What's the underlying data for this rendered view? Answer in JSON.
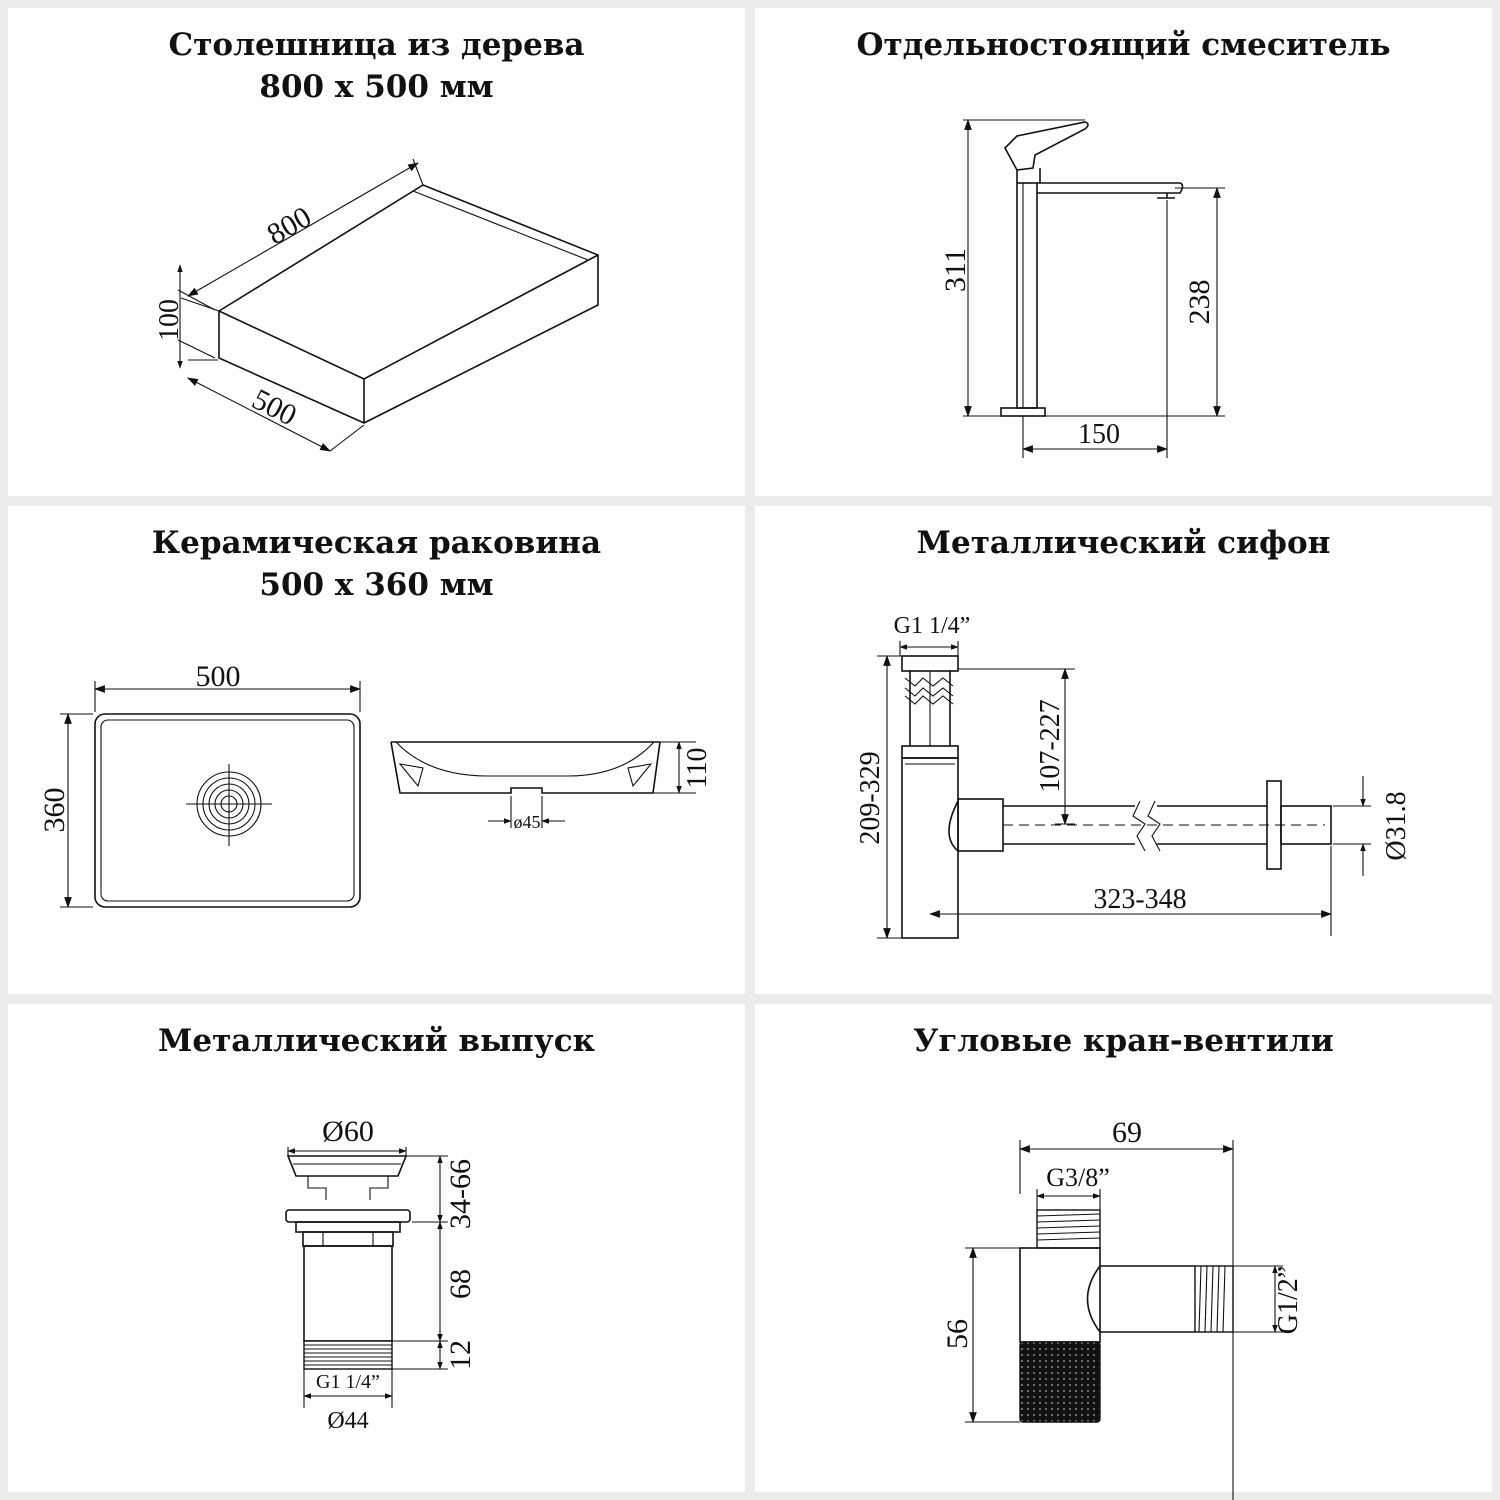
{
  "colors": {
    "background": "#ececec",
    "panel": "#ffffff",
    "ink": "#111111"
  },
  "panels": {
    "countertop": {
      "title_line1": "Столешница из дерева",
      "title_line2": "800 x 500 мм",
      "dim_length": "800",
      "dim_height": "100",
      "dim_width": "500"
    },
    "faucet": {
      "title_line1": "Отдельностоящий смеситель",
      "dim_height_total": "311",
      "dim_spout_height": "238",
      "dim_reach": "150"
    },
    "sink": {
      "title_line1": "Керамическая раковина",
      "title_line2": "500 x 360 мм",
      "dim_width": "500",
      "dim_depth": "360",
      "dim_height": "110",
      "dim_drain": "ø45"
    },
    "siphon": {
      "title_line1": "Металлический сифон",
      "dim_thread": "G1 1/4”",
      "dim_adjust": "107-227",
      "dim_height": "209-329",
      "dim_length": "323-348",
      "dim_pipe": "Ø31.8"
    },
    "drain": {
      "title_line1": "Металлический выпуск",
      "dim_cap": "Ø60",
      "dim_adjust": "34-66",
      "dim_body": "68",
      "dim_thread_len": "12",
      "dim_thread": "G1 1/4”",
      "dim_outer": "Ø44"
    },
    "valve": {
      "title_line1": "Угловые кран-вентили",
      "dim_length": "69",
      "dim_inlet": "G3/8”",
      "dim_outlet": "G1/2”",
      "dim_height": "56"
    }
  }
}
